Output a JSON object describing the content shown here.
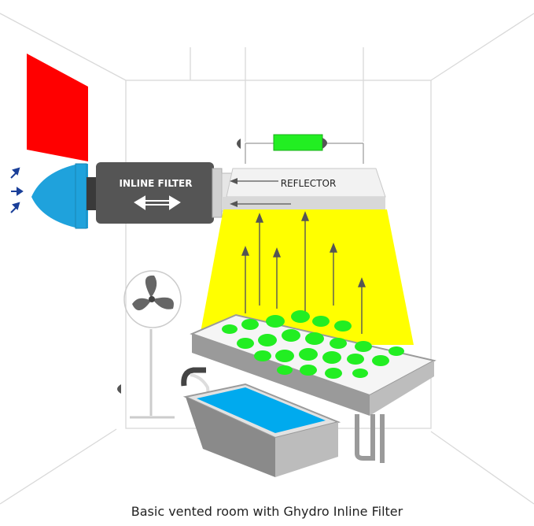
{
  "labels": {
    "inline_filter": "INLINE FILTER",
    "reflector": "REFLECTOR",
    "caption": "Basic vented room with Ghydro Inline Filter"
  },
  "icons": [
    "exhaust-arrows-icon",
    "oscillating-fan-icon",
    "timer-device-icon",
    "air-flow-arrow-icon"
  ],
  "colors": {
    "intake_vent": "#ff0000",
    "exhaust_fan": "#1fa2dc",
    "filter_body": "#555555",
    "ballast": "#22ee22",
    "light": "#ffff00",
    "plants": "#22ee22",
    "water": "#00aaee",
    "tray": "#9a9a9a"
  }
}
